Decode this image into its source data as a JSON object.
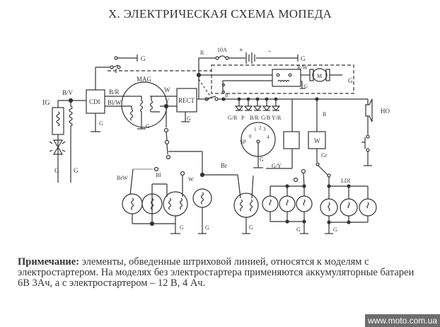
{
  "title": "X. ЭЛЕКТРИЧЕСКАЯ СХЕМА МОПЕДА",
  "diagram": {
    "labels": {
      "ig": "IG",
      "bv": "B/V",
      "cdi": "CDI",
      "br": "B/R",
      "blw": "Bl/W",
      "mag": "MAG",
      "w": "W",
      "y": "Y",
      "rect": "RECT",
      "r": "R",
      "fuse": "10A",
      "plus": "+",
      "minus": "−",
      "rw": "R/W",
      "motor": "M",
      "b_main": "B",
      "gr_sw": "G/R",
      "p": "P",
      "blr": "B/R",
      "gb": "G/B",
      "yr": "Y/R",
      "sp": "SP",
      "sp0": "0",
      "sp1": "1",
      "sp2": "2",
      "sp3": "3",
      "sp4": "4",
      "b": "B",
      "w_box": "W",
      "gr": "Gr",
      "ho": "HO",
      "gy": "G/Y",
      "brw": "BrW",
      "bl": "Bl",
      "w2": "W",
      "br2": "Br",
      "ldi": "LDI",
      "g": "G"
    }
  },
  "note": {
    "bold": "Примечание:",
    "text": " элементы, обведенные штриховой линией, относятся к моделям с электростартером. На моделях без электростартера применяются аккумуляторные батареи 6В 3Ач, а с электростартером – 12 В, 4 Ач."
  },
  "watermark": "www.moto.com.ua"
}
